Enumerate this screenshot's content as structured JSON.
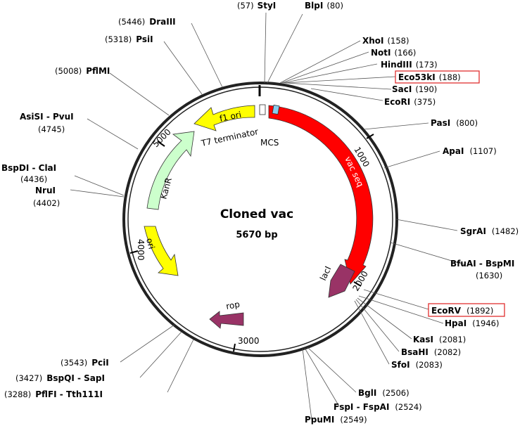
{
  "map": {
    "name": "Cloned vac",
    "size_label": "5670 bp",
    "length_bp": 5670
  },
  "ticks": [
    "1000",
    "2000",
    "3000",
    "4000",
    "5000"
  ],
  "features": {
    "f1_ori": "f1 ori",
    "t7_terminator": "T7 terminator",
    "mcs": "MCS",
    "kanr": "KanR",
    "ori": "ori",
    "vac_seq": "vac seq",
    "laci": "lacI",
    "rop": "rop"
  },
  "feature_colors": {
    "f1_ori": "#ffff00",
    "kanr": "#ccffcc",
    "ori": "#ffff00",
    "vac_seq": "#ff0000",
    "laci": "#993366",
    "rop": "#993366",
    "mcs": "#88ccee"
  },
  "sites": [
    {
      "name": "StyI",
      "pos": "(57)"
    },
    {
      "name": "BlpI",
      "pos": "(80)"
    },
    {
      "name": "XhoI",
      "pos": "(158)"
    },
    {
      "name": "NotI",
      "pos": "(166)"
    },
    {
      "name": "HindIII",
      "pos": "(173)"
    },
    {
      "name": "Eco53kI",
      "pos": "(188)",
      "highlighted": true
    },
    {
      "name": "SacI",
      "pos": "(190)"
    },
    {
      "name": "EcoRI",
      "pos": "(375)"
    },
    {
      "name": "PasI",
      "pos": "(800)"
    },
    {
      "name": "ApaI",
      "pos": "(1107)"
    },
    {
      "name": "SgrAI",
      "pos": "(1482)"
    },
    {
      "name": "BfuAI - BspMI",
      "pos": "(1630)"
    },
    {
      "name": "EcoRV",
      "pos": "(1892)",
      "highlighted": true
    },
    {
      "name": "HpaI",
      "pos": "(1946)"
    },
    {
      "name": "KasI",
      "pos": "(2081)"
    },
    {
      "name": "BsaHI",
      "pos": "(2082)"
    },
    {
      "name": "SfoI",
      "pos": "(2083)"
    },
    {
      "name": "BglI",
      "pos": "(2506)"
    },
    {
      "name": "FspI - FspAI",
      "pos": "(2524)"
    },
    {
      "name": "PpuMI",
      "pos": "(2549)"
    },
    {
      "name": "PflFI - Tth111I",
      "pos": "(3288)"
    },
    {
      "name": "BspQI - SapI",
      "pos": "(3427)"
    },
    {
      "name": "PciI",
      "pos": "(3543)"
    },
    {
      "name": "NruI",
      "pos": "(4402)"
    },
    {
      "name": "BspDI - ClaI",
      "pos": "(4436)"
    },
    {
      "name": "AsiSI - PvuI",
      "pos": "(4745)"
    },
    {
      "name": "PflMI",
      "pos": "(5008)"
    },
    {
      "name": "PsiI",
      "pos": "(5318)"
    },
    {
      "name": "DraIII",
      "pos": "(5446)"
    }
  ],
  "highlight_color": "#e03030"
}
